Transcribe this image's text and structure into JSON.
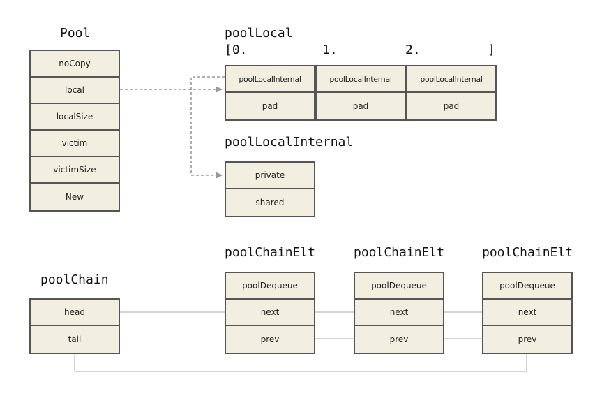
{
  "pool": {
    "title": "Pool",
    "fields": [
      "noCopy",
      "local",
      "localSize",
      "victim",
      "victimSize",
      "New"
    ]
  },
  "pool_local": {
    "title": "poolLocal",
    "index_labels": [
      "[0.",
      "1.",
      "2.",
      "]"
    ],
    "slots": [
      {
        "internal": "poolLocalInternal",
        "pad": "pad"
      },
      {
        "internal": "poolLocalInternal",
        "pad": "pad"
      },
      {
        "internal": "poolLocalInternal",
        "pad": "pad"
      }
    ]
  },
  "pool_local_internal": {
    "title": "poolLocalInternal",
    "fields": [
      "private",
      "shared"
    ]
  },
  "pool_chain": {
    "title": "poolChain",
    "fields": [
      "head",
      "tail"
    ]
  },
  "chain_elts": [
    {
      "title": "poolChainElt",
      "fields": [
        "poolDequeue",
        "next",
        "prev"
      ]
    },
    {
      "title": "poolChainElt",
      "fields": [
        "poolDequeue",
        "next",
        "prev"
      ]
    },
    {
      "title": "poolChainElt",
      "fields": [
        "poolDequeue",
        "next",
        "prev"
      ]
    }
  ],
  "colors": {
    "box_fill": "#f3efe0",
    "box_border": "#555555",
    "pointer_dashed": "#999999",
    "link_line": "#aaaaaa"
  }
}
